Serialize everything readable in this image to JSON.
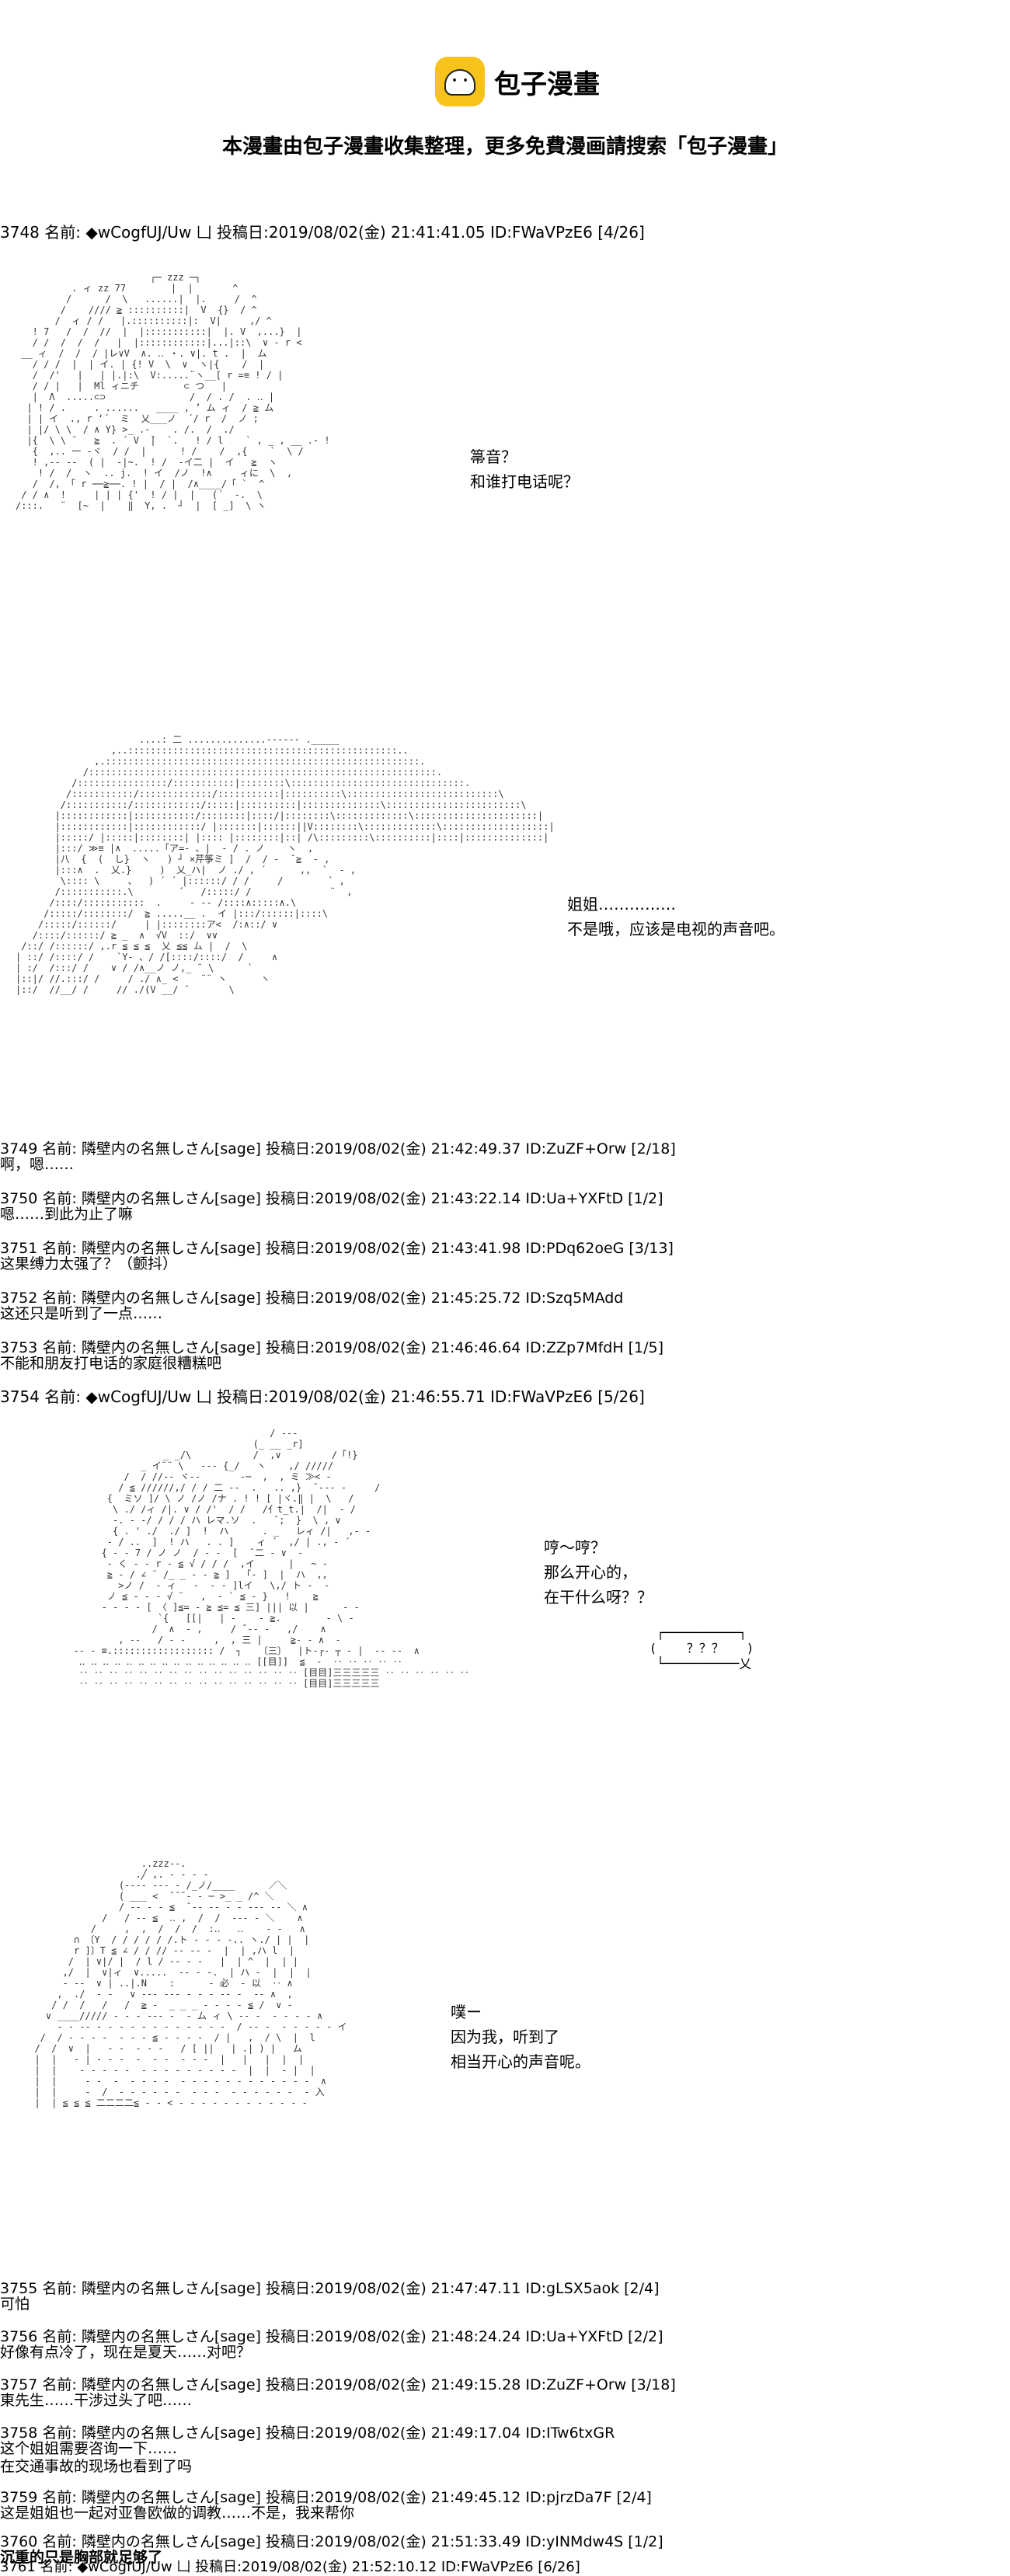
{
  "site": {
    "logo_text": "包子漫畫",
    "subtitle": "本漫畫由包子漫畫收集整理，更多免費漫画請搜索「包子漫畫」"
  },
  "posts": [
    {
      "header": "3748 名前: ◆wCogfUJ/Uw 凵 投稿日:2019/08/02(金) 21:41:41.05 ID:FWaVPzE6 [4/26]"
    },
    {
      "header": "3754 名前: ◆wCogfUJ/Uw 凵 投稿日:2019/08/02(金) 21:46:55.71 ID:FWaVPzE6 [5/26]"
    },
    {
      "header": "3761 名前: ◆wCogfUJ/Uw 凵 投稿日:2019/08/02(金) 21:52:10.12 ID:FWaVPzE6 [6/26]"
    }
  ],
  "panels": {
    "p1": {
      "lines": [
        "箒音？",
        "和谁打电话呢？"
      ]
    },
    "p2": {
      "lines": [
        "姐姐……………",
        "不是哦，应该是电视的声音吧。"
      ]
    },
    "p3": {
      "lines": [
        "哼〜哼？",
        "那么开心的，",
        "在干什么呀？？"
      ],
      "think": "？？？"
    },
    "p4": {
      "lines": [
        "噗ー",
        "因为我，听到了",
        "相当开心的声音呢。"
      ]
    }
  },
  "replies_a": [
    {
      "head": "3749 名前: 隣壁内の名無しさん[sage] 投稿日:2019/08/02(金) 21:42:49.37 ID:ZuZF+Orw [2/18]",
      "body": "啊，嗯……"
    },
    {
      "head": "3750 名前: 隣壁内の名無しさん[sage] 投稿日:2019/08/02(金) 21:43:22.14 ID:Ua+YXFtD [1/2]",
      "body": "嗯……到此为止了嘛"
    },
    {
      "head": "3751 名前: 隣壁内の名無しさん[sage] 投稿日:2019/08/02(金) 21:43:41.98 ID:PDq62oeG [3/13]",
      "body": "这果缚力太强了？（颤抖）"
    },
    {
      "head": "3752 名前: 隣壁内の名無しさん[sage] 投稿日:2019/08/02(金) 21:45:25.72 ID:Szq5MAdd",
      "body": "这还只是听到了一点……"
    },
    {
      "head": "3753 名前: 隣壁内の名無しさん[sage] 投稿日:2019/08/02(金) 21:46:46.64 ID:ZZp7MfdH [1/5]",
      "body": "不能和朋友打电话的家庭很糟糕吧"
    }
  ],
  "replies_b": [
    {
      "head": "3755 名前: 隣壁内の名無しさん[sage] 投稿日:2019/08/02(金) 21:47:47.11 ID:gLSX5aok [2/4]",
      "body": "可怕"
    },
    {
      "head": "3756 名前: 隣壁内の名無しさん[sage] 投稿日:2019/08/02(金) 21:48:24.24 ID:Ua+YXFtD [2/2]",
      "body": "好像有点冷了，现在是夏天……对吧？"
    },
    {
      "head": "3757 名前: 隣壁内の名無しさん[sage] 投稿日:2019/08/02(金) 21:49:15.28 ID:ZuZF+Orw [3/18]",
      "body": "東先生……干涉过头了吧……"
    },
    {
      "head": "3758 名前: 隣壁内の名無しさん[sage] 投稿日:2019/08/02(金) 21:49:17.04 ID:ITw6txGR",
      "body": "这个姐姐需要咨询一下……\n在交通事故的现场也看到了吗"
    },
    {
      "head": "3759 名前: 隣壁内の名無しさん[sage] 投稿日:2019/08/02(金) 21:49:45.12 ID:pjrzDa7F [2/4]",
      "body": "这是姐姐也一起对亚鲁欧做的调教……不是，我来帮你"
    },
    {
      "head": "3760 名前: 隣壁内の名無しさん[sage] 投稿日:2019/08/02(金) 21:51:33.49 ID:yINMdw4S [1/2]",
      "body": "沉重的只是胸部就足够了"
    }
  ]
}
